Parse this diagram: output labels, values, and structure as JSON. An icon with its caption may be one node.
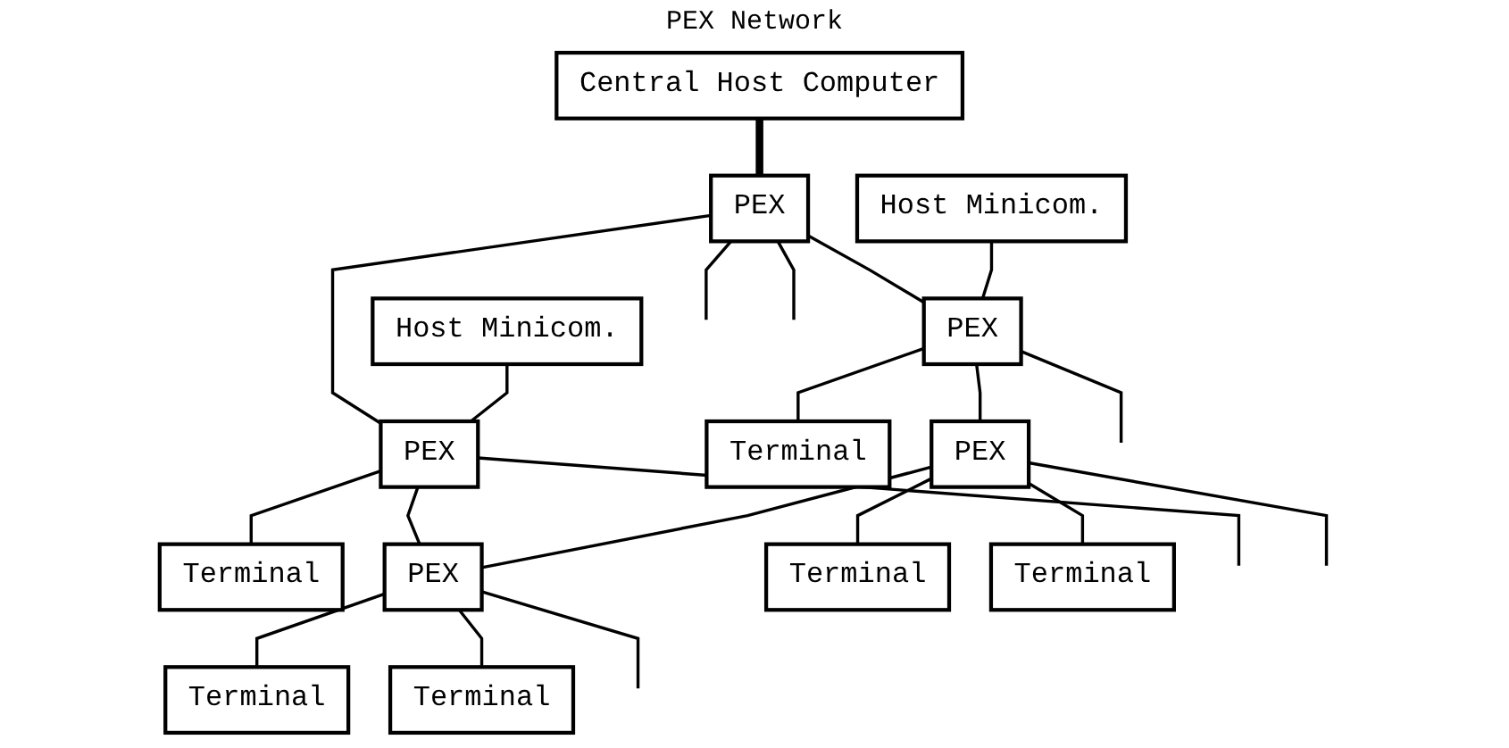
{
  "diagram": {
    "nodes": [
      {
        "text": [
          "Central Host Computer"
        ]
      },
      {
        "text": [
          "Host Minicom."
        ]
      },
      {
        "text": [
          "PEX"
        ]
      },
      {
        "text": [
          "Host Minicom."
        ]
      },
      {
        "text": [
          "PEX"
        ]
      },
      {
        "text": [
          "PEX"
        ]
      },
      {
        "text": [
          "Terminal"
        ]
      },
      {
        "text": [
          "PEX"
        ]
      },
      {
        "text": [
          "PEX"
        ]
      },
      {
        "text": [
          "Terminal"
        ]
      },
      {
        "text": [
          "Terminal"
        ]
      },
      {
        "text": [
          "Terminal"
        ]
      },
      {
        "text": [
          "Terminal"
        ]
      },
      {
        "text": [
          "Terminal"
        ]
      }
    ],
    "edges": [
      {
        "from": 0,
        "to": 2,
        "arrow": "none",
        "style": "thick"
      },
      {
        "from": 2,
        "to": 4,
        "arrow": "none"
      },
      {
        "from": 2,
        "to": 5,
        "arrow": "none"
      },
      {
        "from": 1,
        "to": 4,
        "arrow": "none"
      },
      {
        "from": 3,
        "to": 5,
        "arrow": "none"
      },
      {
        "from": 4,
        "to": 6,
        "arrow": "none"
      },
      {
        "from": 4,
        "to": 7,
        "arrow": "none"
      },
      {
        "from": 5,
        "to": 8,
        "arrow": "none"
      },
      {
        "from": 5,
        "to": 9,
        "arrow": "none"
      },
      {
        "from": 7,
        "to": 8,
        "arrow": "none"
      },
      {
        "from": 7,
        "to": 10,
        "arrow": "none"
      },
      {
        "from": 7,
        "to": 11,
        "arrow": "none"
      },
      {
        "from": 8,
        "to": 12,
        "arrow": "none"
      },
      {
        "from": 8,
        "to": 13,
        "arrow": "none"
      },
      {
        "from": 2,
        "to": null,
        "arrow": "none"
      },
      {
        "from": 2,
        "to": null,
        "arrow": "none"
      },
      {
        "from": 4,
        "to": null,
        "arrow": "none"
      },
      {
        "from": 5,
        "to": null,
        "arrow": "none"
      },
      {
        "from": 7,
        "to": null,
        "arrow": "none"
      },
      {
        "from": 8,
        "to": null,
        "arrow": "none"
      }
    ],
    "labels": [
      "PEX Network"
    ]
  }
}
